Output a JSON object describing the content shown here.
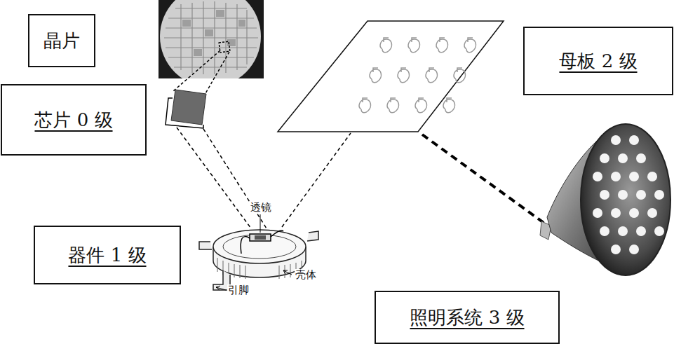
{
  "diagram": {
    "nodes": [
      {
        "text": [
          "晶片"
        ]
      },
      {
        "text": [
          "母板 2 级"
        ]
      },
      {
        "text": [
          "芯片 0 级"
        ]
      },
      {
        "text": [
          "器件 1 级"
        ]
      },
      {
        "text": [
          "照明系统 3 级"
        ]
      }
    ],
    "labels": [
      "透镜",
      "壳体",
      "引脚"
    ]
  }
}
